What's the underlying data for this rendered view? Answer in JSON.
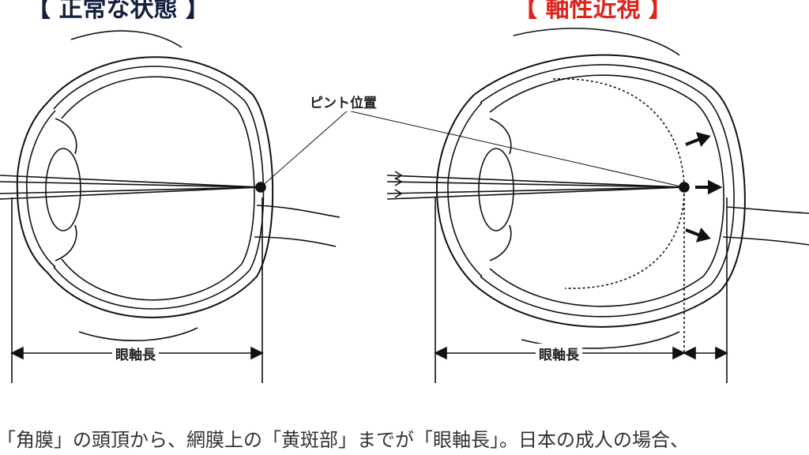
{
  "titles": {
    "normal": "【 正常な状態 】",
    "myopia": "【 軸性近視 】"
  },
  "labels": {
    "focus_point": "ピント位置",
    "axial_length_left": "眼軸長",
    "axial_length_right": "眼軸長"
  },
  "caption": "「角膜」の頭頂から、網膜上の「黄斑部」までが「眼軸長」。日本の成人の場合、",
  "colors": {
    "normal_title": "#13203f",
    "myopia_title": "#e0231b"
  }
}
